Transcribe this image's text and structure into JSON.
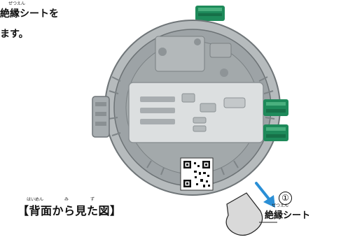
{
  "intro": {
    "line1": "絶縁シートを",
    "line2": "ます。",
    "ruby_zetsuen": "ぜつえん"
  },
  "caption": {
    "text": "【背面から見た図】",
    "ruby_haimen": "はいめん",
    "ruby_mi": "み",
    "ruby_zu": "ず"
  },
  "sheet_label": {
    "text": "絶縁シート",
    "ruby": "ぜつえん"
  },
  "step_number": "①",
  "colors": {
    "arrow": "#2a8fd6",
    "device_body": "#a9aeb0",
    "green_part": "#1e8a5a",
    "sheet": "#d9d9d9"
  },
  "icons": {
    "device": "device-back-illustration",
    "arrow": "pull-arrow-icon",
    "qr": "qr-code-icon"
  }
}
